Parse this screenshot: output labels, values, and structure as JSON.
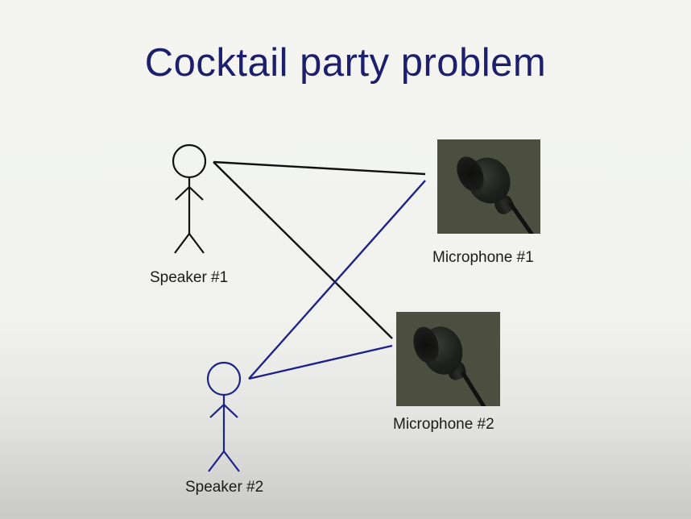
{
  "slide": {
    "title": "Cocktail party problem"
  },
  "speakers": [
    {
      "label": "Speaker #1",
      "color": "#111111"
    },
    {
      "label": "Speaker #2",
      "color": "#1c2288"
    }
  ],
  "microphones": [
    {
      "label": "Microphone #1"
    },
    {
      "label": "Microphone #2"
    }
  ],
  "colors": {
    "title": "#1c1f6b",
    "speaker1_links": "#111111",
    "speaker2_links": "#1c2288",
    "photo_background": "#4c4f40"
  }
}
